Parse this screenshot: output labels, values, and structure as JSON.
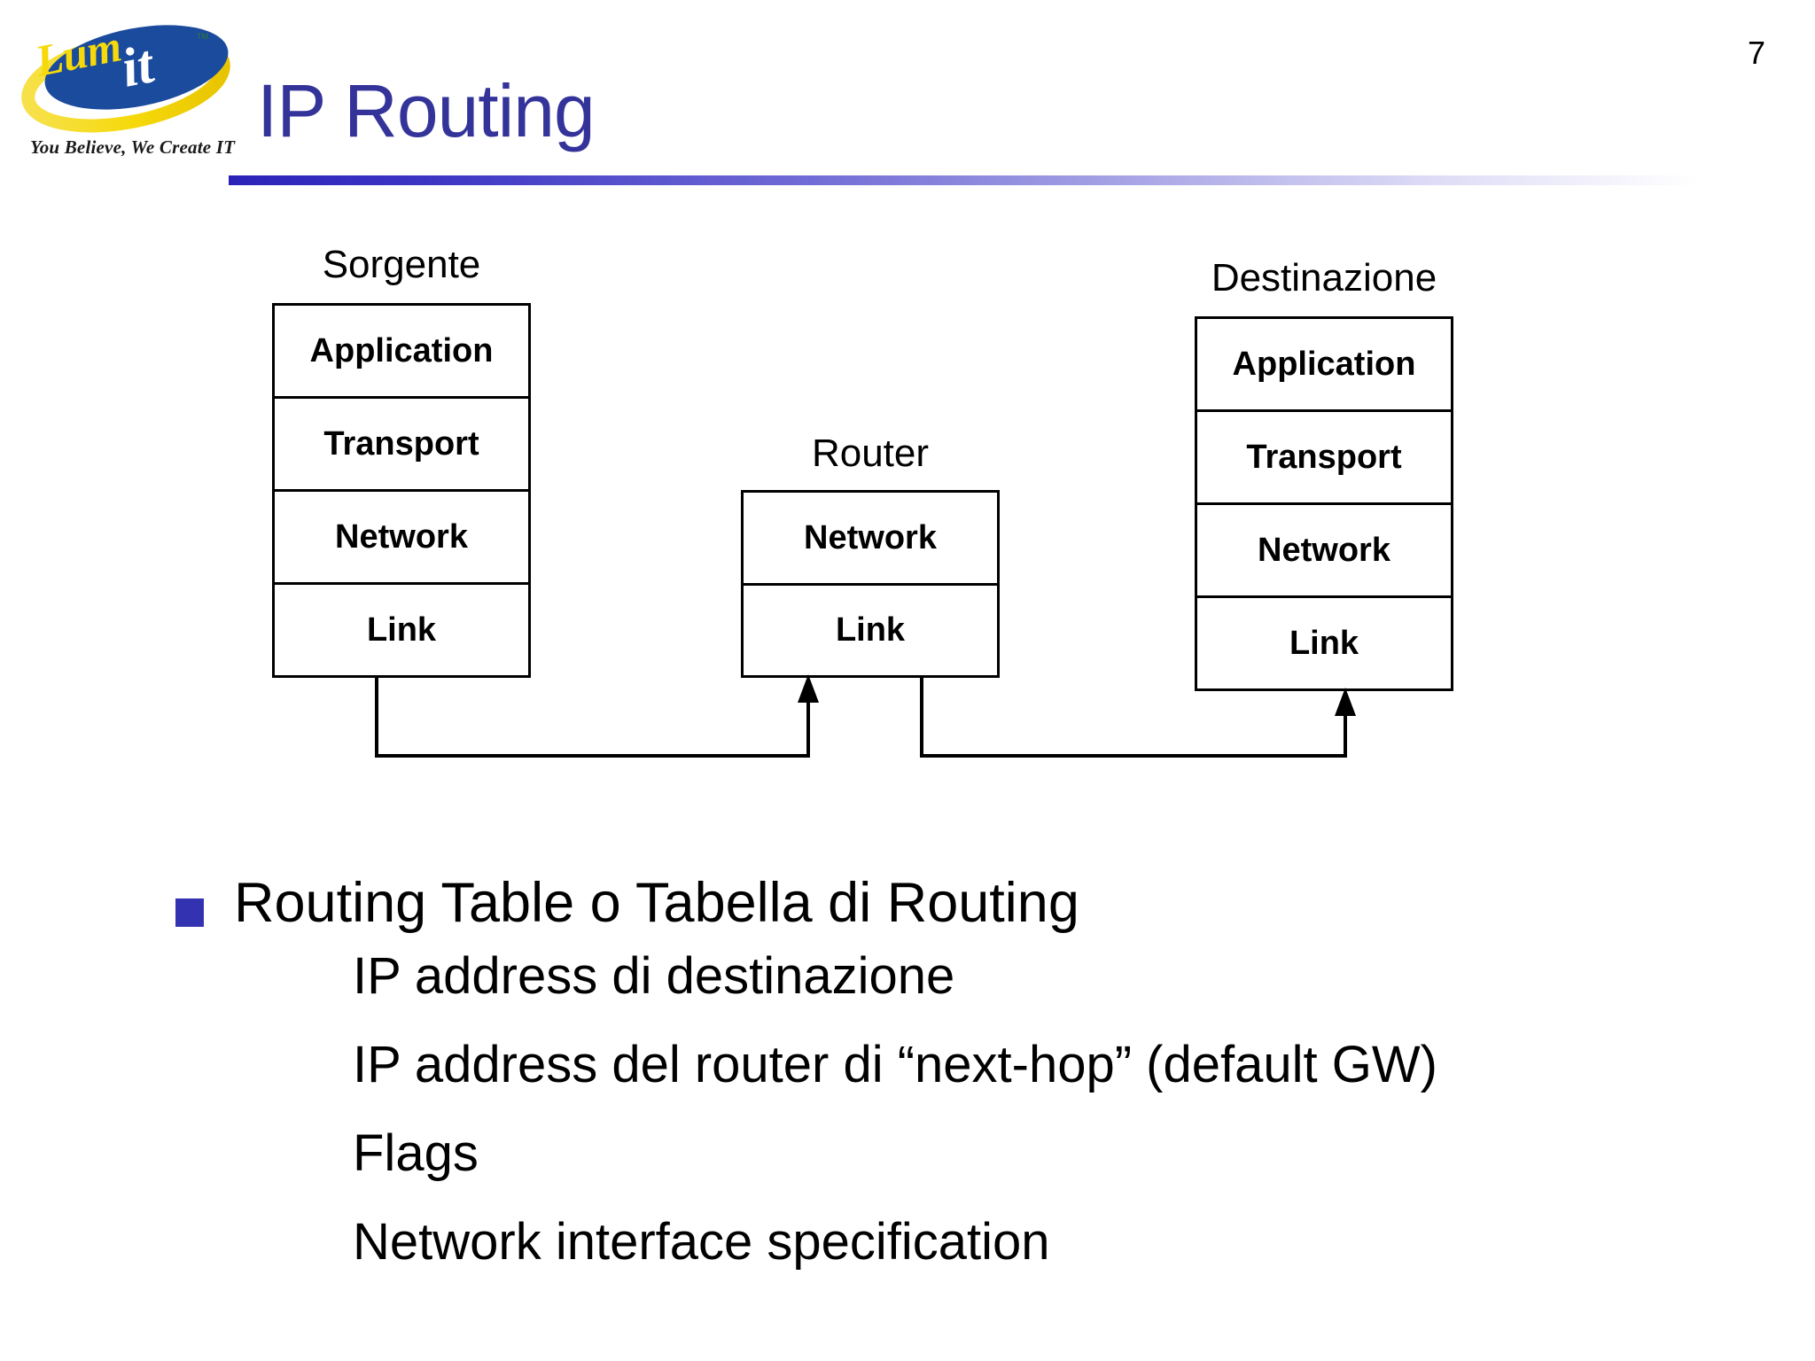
{
  "slide": {
    "title": "IP Routing",
    "page_number": "7",
    "title_color": "#33339a",
    "rule_color": "#2b22b8"
  },
  "logo": {
    "name": "lumit-logo",
    "wordmark_lum": "Lum",
    "wordmark_it": "it",
    "tagline": "You Believe, We Create IT",
    "ellipse_color": "#1a4b9c",
    "swoosh_color": "#f5d90a"
  },
  "diagram": {
    "stacks": [
      {
        "id": "source",
        "caption": "Sorgente",
        "layers": [
          "Application",
          "Transport",
          "Network",
          "Link"
        ]
      },
      {
        "id": "router",
        "caption": "Router",
        "layers": [
          "Network",
          "Link"
        ]
      },
      {
        "id": "destination",
        "caption": "Destinazione",
        "layers": [
          "Application",
          "Transport",
          "Network",
          "Link"
        ]
      }
    ],
    "connectors": [
      {
        "from": "source-link",
        "to": "router-link",
        "arrow": "to-router"
      },
      {
        "from": "router-link",
        "to": "destination-link",
        "arrow": "to-destination"
      }
    ]
  },
  "content": {
    "bullet_marker_color": "#3333b2",
    "main_bullet": "Routing Table o Tabella di Routing",
    "sub_bullets": [
      "IP address di destinazione",
      "IP address del router di “next-hop” (default GW)",
      "Flags",
      "Network interface specification"
    ]
  }
}
